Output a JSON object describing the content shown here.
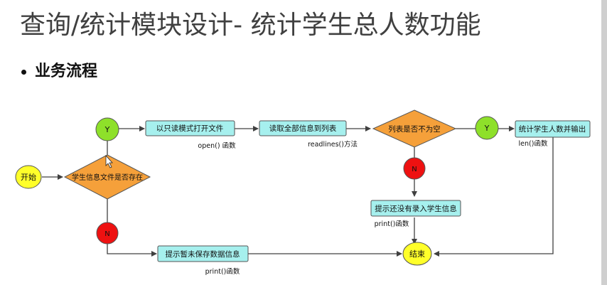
{
  "slide": {
    "title": "查询/统计模块设计- 统计学生总人数功能",
    "bullet": "业务流程"
  },
  "colors": {
    "process_fill": "#a6f0ee",
    "decision_fill": "#f5a03a",
    "terminal_fill": "#ffff2a",
    "yes_fill": "#8ee02a",
    "no_fill": "#ee1111",
    "line": "#404040"
  },
  "flow": {
    "start": "开始",
    "end": "结束",
    "decision_file": "学生信息文件是否存在",
    "decision_list": "列表是否不为空",
    "yes": "Y",
    "no": "N",
    "no_2": "N",
    "yes_2": "Y",
    "step_open": "以只读模式打开文件",
    "step_read": "读取全部信息到列表",
    "step_count": "统计学生人数并输出",
    "step_none": "提示还没有录入学生信息",
    "step_nosave": "提示暂未保存数据信息",
    "note_open": "open() 函数",
    "note_read": "readlines()方法",
    "note_len": "len()函数",
    "note_print1": "print()函数",
    "note_print2": "print()函数"
  }
}
